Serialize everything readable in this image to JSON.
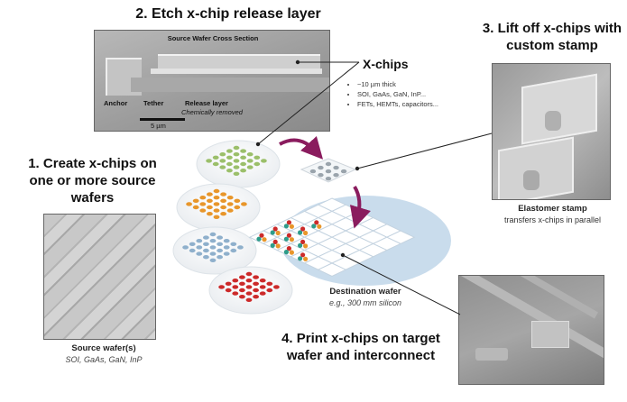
{
  "steps": {
    "step1": {
      "title_lines": [
        "1. Create x-chips on",
        "one or more source",
        "wafers"
      ]
    },
    "step2": {
      "title": "2. Etch x-chip release layer"
    },
    "step3": {
      "title_lines": [
        "3. Lift off x-chips with",
        "custom stamp"
      ]
    },
    "step4": {
      "title_lines": [
        "4. Print x-chips on target",
        "wafer and interconnect"
      ]
    }
  },
  "cross_section": {
    "heading": "Source Wafer  Cross Section",
    "labels": {
      "anchor": "Anchor",
      "tether": "Tether",
      "release_layer": "Release layer",
      "release_note": "Chemically removed"
    },
    "scale_bar": "5 µm"
  },
  "xchips": {
    "title": "X-chips",
    "bullets": [
      "~10 µm thick",
      "SOI, GaAs, GaN, InP...",
      "FETs, HEMTs, capacitors..."
    ]
  },
  "source_wafer": {
    "caption": "Source wafer(s)",
    "materials": "SOI, GaAs, GaN, InP"
  },
  "stamp": {
    "caption": "Elastomer stamp",
    "subcaption": "transfers x-chips in parallel"
  },
  "destination": {
    "caption": "Destination wafer",
    "subcaption": "e.g., 300 mm silicon"
  },
  "colors": {
    "arrow": "#8a1c5e",
    "green_chips": "#9bbf6a",
    "orange_chips": "#e8962a",
    "blue_chips": "#8fb0cc",
    "red_chips": "#cc2a2a",
    "teal_chips": "#2e9c8a",
    "wafer_fill": "#c9dcec",
    "leader_line": "#222222"
  },
  "source_tiles": [
    {
      "name": "green",
      "color": "#9bbf6a"
    },
    {
      "name": "orange",
      "color": "#e8962a"
    },
    {
      "name": "blue",
      "color": "#8fb0cc"
    },
    {
      "name": "red",
      "color": "#cc2a2a"
    }
  ]
}
